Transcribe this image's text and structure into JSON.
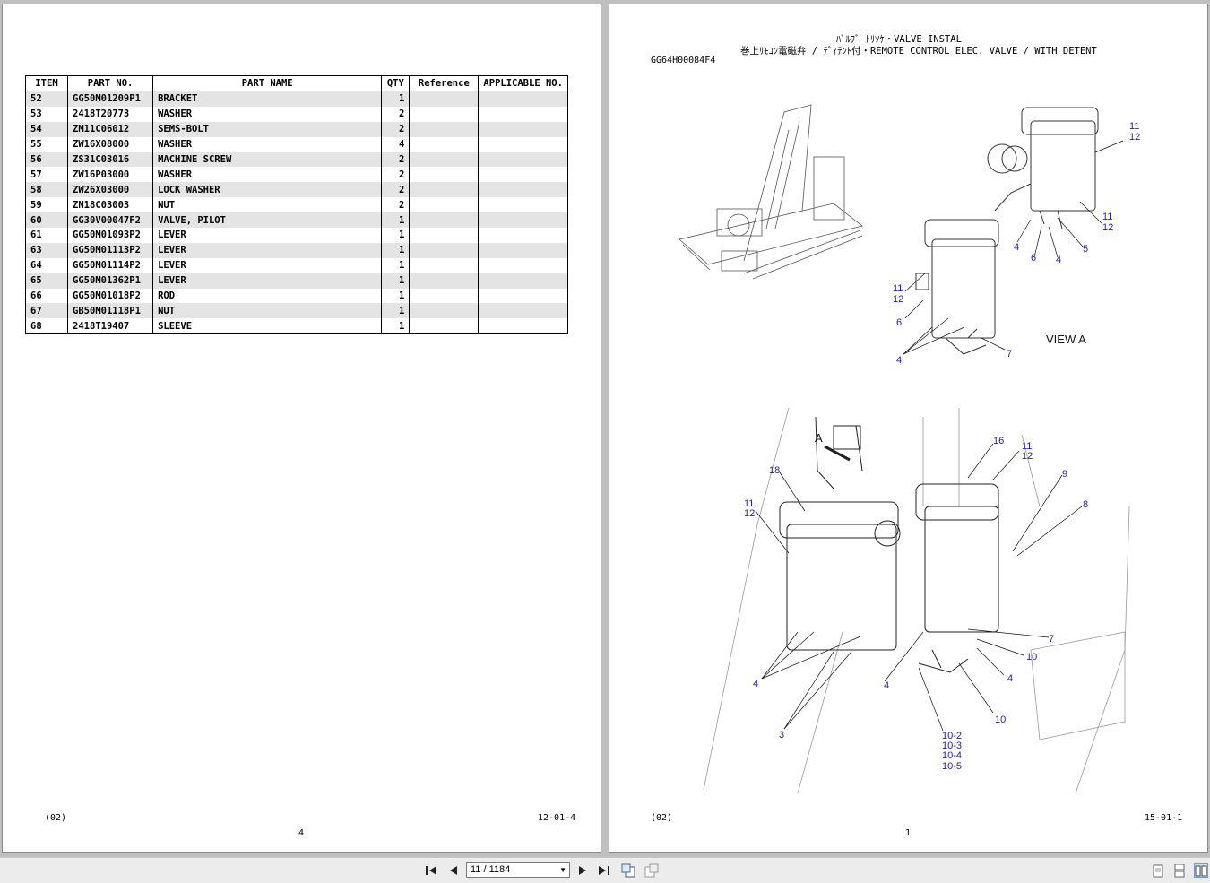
{
  "left_page": {
    "table": {
      "headers": [
        "ITEM",
        "PART NO.",
        "PART NAME",
        "QTY",
        "Reference",
        "APPLICABLE NO."
      ],
      "rows": [
        {
          "item": "52",
          "part_no": "GG50M01209P1",
          "part_name": "BRACKET",
          "qty": "1"
        },
        {
          "item": "53",
          "part_no": "2418T20773",
          "part_name": "WASHER",
          "qty": "2"
        },
        {
          "item": "54",
          "part_no": "ZM11C06012",
          "part_name": "SEMS-BOLT",
          "qty": "2"
        },
        {
          "item": "55",
          "part_no": "ZW16X08000",
          "part_name": "WASHER",
          "qty": "4"
        },
        {
          "item": "56",
          "part_no": "ZS31C03016",
          "part_name": "MACHINE SCREW",
          "qty": "2"
        },
        {
          "item": "57",
          "part_no": "ZW16P03000",
          "part_name": "WASHER",
          "qty": "2"
        },
        {
          "item": "58",
          "part_no": "ZW26X03000",
          "part_name": "LOCK WASHER",
          "qty": "2"
        },
        {
          "item": "59",
          "part_no": "ZN18C03003",
          "part_name": "NUT",
          "qty": "2"
        },
        {
          "item": "60",
          "part_no": "GG30V00047F2",
          "part_name": "VALVE, PILOT",
          "qty": "1"
        },
        {
          "item": "61",
          "part_no": "GG50M01093P2",
          "part_name": "LEVER",
          "qty": "1"
        },
        {
          "item": "63",
          "part_no": "GG50M01113P2",
          "part_name": "LEVER",
          "qty": "1"
        },
        {
          "item": "64",
          "part_no": "GG50M01114P2",
          "part_name": "LEVER",
          "qty": "1"
        },
        {
          "item": "65",
          "part_no": "GG50M01362P1",
          "part_name": "LEVER",
          "qty": "1"
        },
        {
          "item": "66",
          "part_no": "GG50M01018P2",
          "part_name": "ROD",
          "qty": "1"
        },
        {
          "item": "67",
          "part_no": "GB50M01118P1",
          "part_name": "NUT",
          "qty": "1"
        },
        {
          "item": "68",
          "part_no": "2418T19407",
          "part_name": "SLEEVE",
          "qty": "1"
        }
      ]
    },
    "footer": {
      "edition": "(02)",
      "section": "12-01-4",
      "page_number": "4"
    }
  },
  "right_page": {
    "title_line1": "ﾊﾞﾙﾌﾞ ﾄﾘﾂｹ・VALVE INSTAL",
    "title_line2": "巻上ﾘﾓｺﾝ電磁弁 / ﾃﾞｨﾃﾝﾄ付・REMOTE CONTROL ELEC. VALVE / WITH DETENT",
    "drawing_no": "GG64H00084F4",
    "view_label": "VIEW A",
    "arrow_label": "A",
    "callouts": {
      "c11a": "11",
      "c12a": "12",
      "c11b": "11",
      "c12b": "12",
      "c4a": "4",
      "c6a": "6",
      "c4b": "4",
      "c5a": "5",
      "c11c": "11",
      "c12c": "12",
      "c6b": "6",
      "c4c": "4",
      "c7a": "7",
      "c16": "16",
      "c11d": "11",
      "c12d": "12",
      "c18": "18",
      "c9": "9",
      "c11e": "11",
      "c12e": "12",
      "c8": "8",
      "c7b": "7",
      "c10a": "10",
      "c4d": "4",
      "c4e": "4",
      "c4f": "4",
      "c10b": "10",
      "c3": "3",
      "c10_2": "10-2",
      "c10_3": "10-3",
      "c10_4": "10-4",
      "c10_5": "10-5"
    },
    "footer": {
      "edition": "(02)",
      "section": "15-01-1",
      "page_number": "1"
    }
  },
  "toolbar": {
    "page_indicator": "11 / 1184",
    "icons": [
      "first-page-icon",
      "prev-page-icon",
      "next-page-icon",
      "last-page-icon",
      "back-view-icon",
      "forward-view-icon",
      "single-page-view-icon",
      "continuous-view-icon",
      "two-page-view-icon"
    ]
  },
  "colors": {
    "background": "#bfbfbf",
    "page": "#ffffff",
    "row_stripe": "#e4e4e4",
    "callout_text": "#1e1ea8"
  }
}
